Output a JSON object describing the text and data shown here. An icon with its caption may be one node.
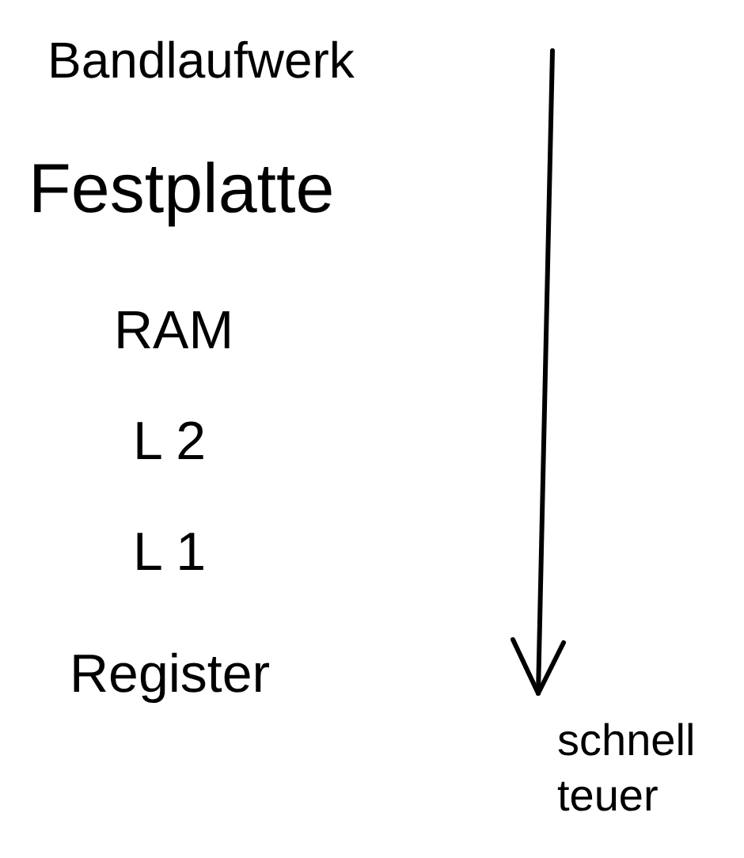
{
  "diagram": {
    "labels": [
      "Bandlaufwerk",
      "Festplatte",
      "RAM",
      "L 2",
      "L 1",
      "Register",
      "schnell teuer"
    ]
  }
}
